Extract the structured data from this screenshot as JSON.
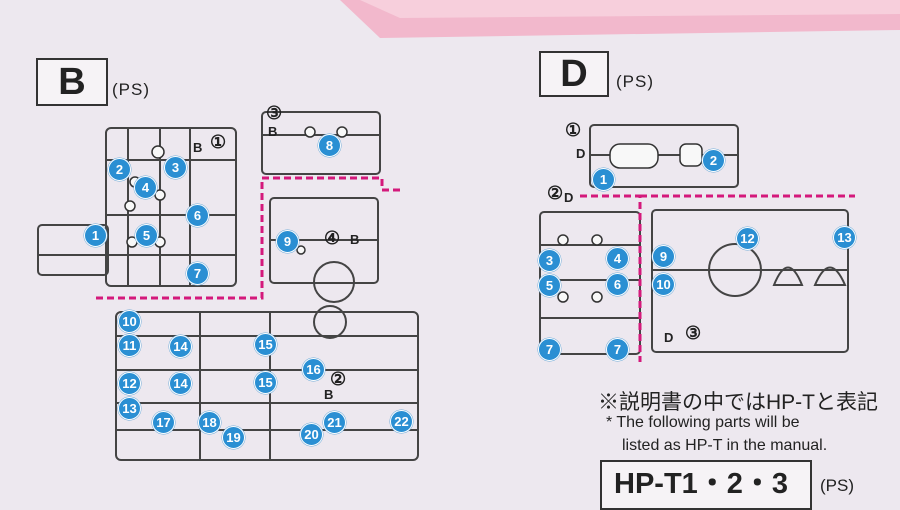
{
  "sections": {
    "b": {
      "label": "B",
      "material": "(PS)"
    },
    "d": {
      "label": "D",
      "material": "(PS)"
    }
  },
  "b_parts": [
    "1",
    "2",
    "3",
    "4",
    "5",
    "6",
    "7",
    "8",
    "9",
    "10",
    "11",
    "12",
    "13",
    "14",
    "14",
    "15",
    "15",
    "16",
    "17",
    "18",
    "19",
    "20",
    "21",
    "22"
  ],
  "b_tags": [
    "①",
    "B",
    "③",
    "B",
    "④",
    "B",
    "②",
    "B"
  ],
  "d_parts": [
    "1",
    "2",
    "3",
    "4",
    "5",
    "6",
    "7",
    "7",
    "9",
    "10",
    "12",
    "13"
  ],
  "d_tags": [
    "①",
    "D",
    "②",
    "D",
    "③",
    "D"
  ],
  "note": {
    "jp": "※説明書の中ではHP-Tと表記",
    "en_line1": "* The following parts will be",
    "en_line2": "listed as HP-T in the manual."
  },
  "hp_box": {
    "label": "HP-T1・2・3",
    "material": "(PS)"
  },
  "colors": {
    "badge": "#2a8fd3",
    "divider": "#d4197b",
    "runner": "#444444",
    "background": "#ede8ef"
  }
}
